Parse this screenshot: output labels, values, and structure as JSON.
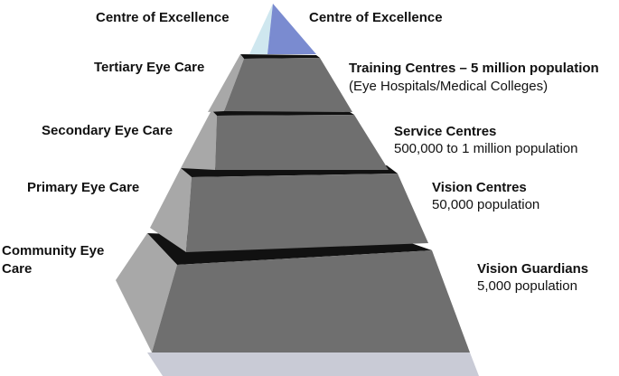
{
  "left_labels": {
    "apex": "Centre of Excellence",
    "tier1": "Tertiary Eye Care",
    "tier2": "Secondary Eye Care",
    "tier3": "Primary Eye Care",
    "tier4_line1": "Community Eye",
    "tier4_line2": "Care"
  },
  "right_labels": {
    "apex": "Centre of Excellence",
    "tier1_title": "Training Centres – 5 million population",
    "tier1_sub": "(Eye Hospitals/Medical Colleges)",
    "tier2_title": "Service Centres",
    "tier2_sub": "500,000 to 1 million population",
    "tier3_title": "Vision Centres",
    "tier3_sub": "50,000 population",
    "tier4_title": "Vision Guardians",
    "tier4_sub": "5,000 population"
  },
  "colors": {
    "apex_front": "#7a8bd0",
    "apex_side": "#cfe7ef",
    "tier_front": "#6f6f6f",
    "tier_side": "#a8a8a8",
    "tier_top": "#111111",
    "base_bottom": "#c9cbd6"
  }
}
